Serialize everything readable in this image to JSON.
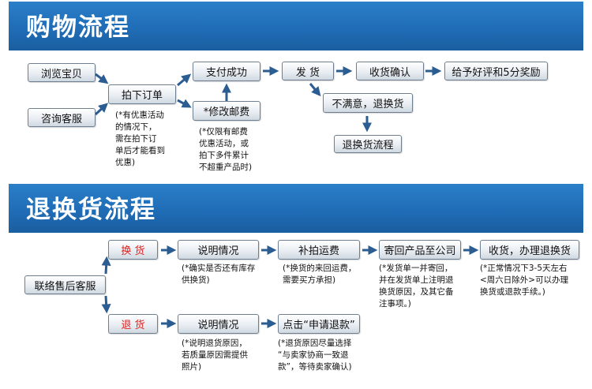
{
  "shopping": {
    "title": "购物流程",
    "browse": "浏览宝贝",
    "consult": "咨询客服",
    "order": "拍下订单",
    "pay": "支付成功",
    "edit_fee": "*修改邮费",
    "ship": "发 货",
    "receive": "收货确认",
    "review": "给予好评和5分奖励",
    "unhappy": "不满意，退换货",
    "return_flow": "退换货流程",
    "note_promo": "(*有优惠活动\n的情况下，\n需在拍下订\n单后才能看到\n优惠)",
    "note_fee": "(*仅限有邮费\n优惠活动，或\n拍下多件累计\n不超重产品时)"
  },
  "returns": {
    "title": "退换货流程",
    "contact": "联络售后客服",
    "exchange": "换 货",
    "refund": "退 货",
    "explain_1": "说明情况",
    "explain_2": "说明情况",
    "repost_fee": "补拍运费",
    "send_back": "寄回产品至公司",
    "receive_exchange": "收货，办理退换货",
    "apply_refund": "点击“申请退款”",
    "note_stock": "(*确实是否还有库存\n供换货)",
    "note_shipping": "(*换货的来回运费，\n需要买方承担)",
    "note_invoice": "(*发货单一并寄回，\n并在发货单上注明退\n换货原因，及其它备\n注事项。)",
    "note_normal": "(*正常情况下3-5天左右\n<周六日除外>可以办理\n换货或退款手续。)",
    "note_reason": "(*说明退货原因，\n若质量原因需提供\n照片)",
    "note_choose": "(*退货原因尽量选择\n“与卖家协商一致退\n款”，等待卖家确认)"
  },
  "colors": {
    "banner": "#1f6bb4",
    "arrow": "#2b5c92",
    "red_text": "#e0201c"
  }
}
